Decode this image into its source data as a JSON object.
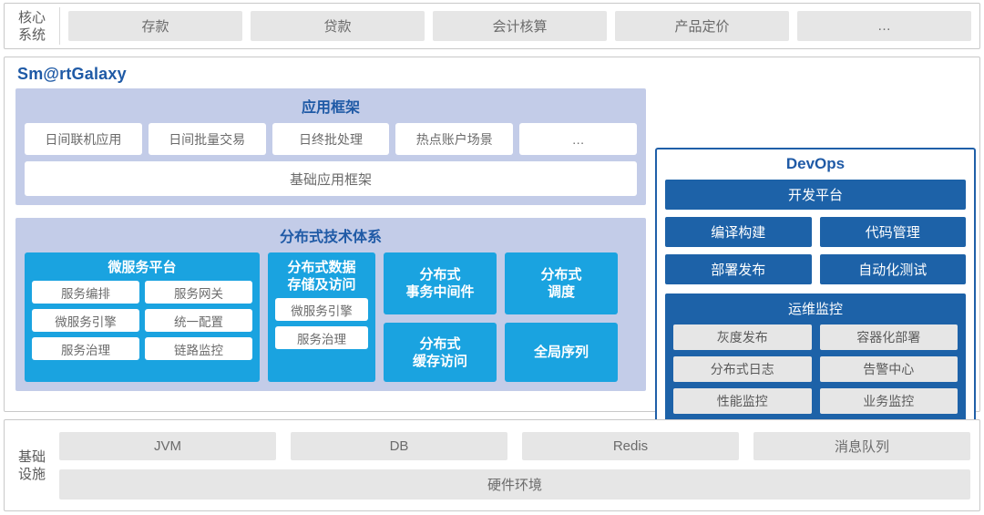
{
  "core_system": {
    "label": "核心\n系统",
    "label_line1": "核心",
    "label_line2": "系统",
    "items": [
      {
        "label": "存款"
      },
      {
        "label": "贷款"
      },
      {
        "label": "会计核算"
      },
      {
        "label": "产品定价"
      },
      {
        "label": "…"
      }
    ]
  },
  "platform": {
    "brand": "Sm@rtGalaxy",
    "app_framework": {
      "title": "应用框架",
      "items": [
        {
          "label": "日间联机应用"
        },
        {
          "label": "日间批量交易"
        },
        {
          "label": "日终批处理"
        },
        {
          "label": "热点账户场景"
        },
        {
          "label": "…"
        }
      ],
      "base": "基础应用框架"
    },
    "distributed": {
      "title": "分布式技术体系",
      "microservice": {
        "title": "微服务平台",
        "items": [
          "服务编排",
          "服务网关",
          "微服务引擎",
          "统一配置",
          "服务治理",
          "链路监控"
        ]
      },
      "data_storage": {
        "title": "分布式数据\n存储及访问",
        "title_line1": "分布式数据",
        "title_line2": "存储及访问",
        "items": [
          "微服务引擎",
          "服务治理"
        ]
      },
      "middle_column": [
        {
          "line1": "分布式",
          "line2": "事务中间件"
        },
        {
          "line1": "分布式",
          "line2": "缓存访问"
        }
      ],
      "right_column": [
        {
          "line1": "分布式",
          "line2": "调度"
        },
        {
          "line1": "全局序列",
          "line2": ""
        }
      ]
    }
  },
  "devops": {
    "title": "DevOps",
    "platform": "开发平台",
    "rows": [
      [
        "编译构建",
        "代码管理"
      ],
      [
        "部署发布",
        "自动化测试"
      ]
    ],
    "ops_monitor": {
      "title": "运维监控",
      "rows": [
        [
          "灰度发布",
          "容器化部署"
        ],
        [
          "分布式日志",
          "告警中心"
        ],
        [
          "性能监控",
          "业务监控"
        ]
      ]
    }
  },
  "infrastructure": {
    "label_line1": "基础",
    "label_line2": "设施",
    "items": [
      {
        "label": "JVM"
      },
      {
        "label": "DB"
      },
      {
        "label": "Redis"
      },
      {
        "label": "消息队列"
      }
    ],
    "hardware": "硬件环境"
  },
  "colors": {
    "brand_blue": "#1f5aa6",
    "band_lavender": "#c3cce8",
    "card_cyan": "#1aa3e0",
    "devops_blue": "#1d62a8",
    "chip_gray": "#e6e6e6",
    "border_gray": "#c9c9c9"
  }
}
